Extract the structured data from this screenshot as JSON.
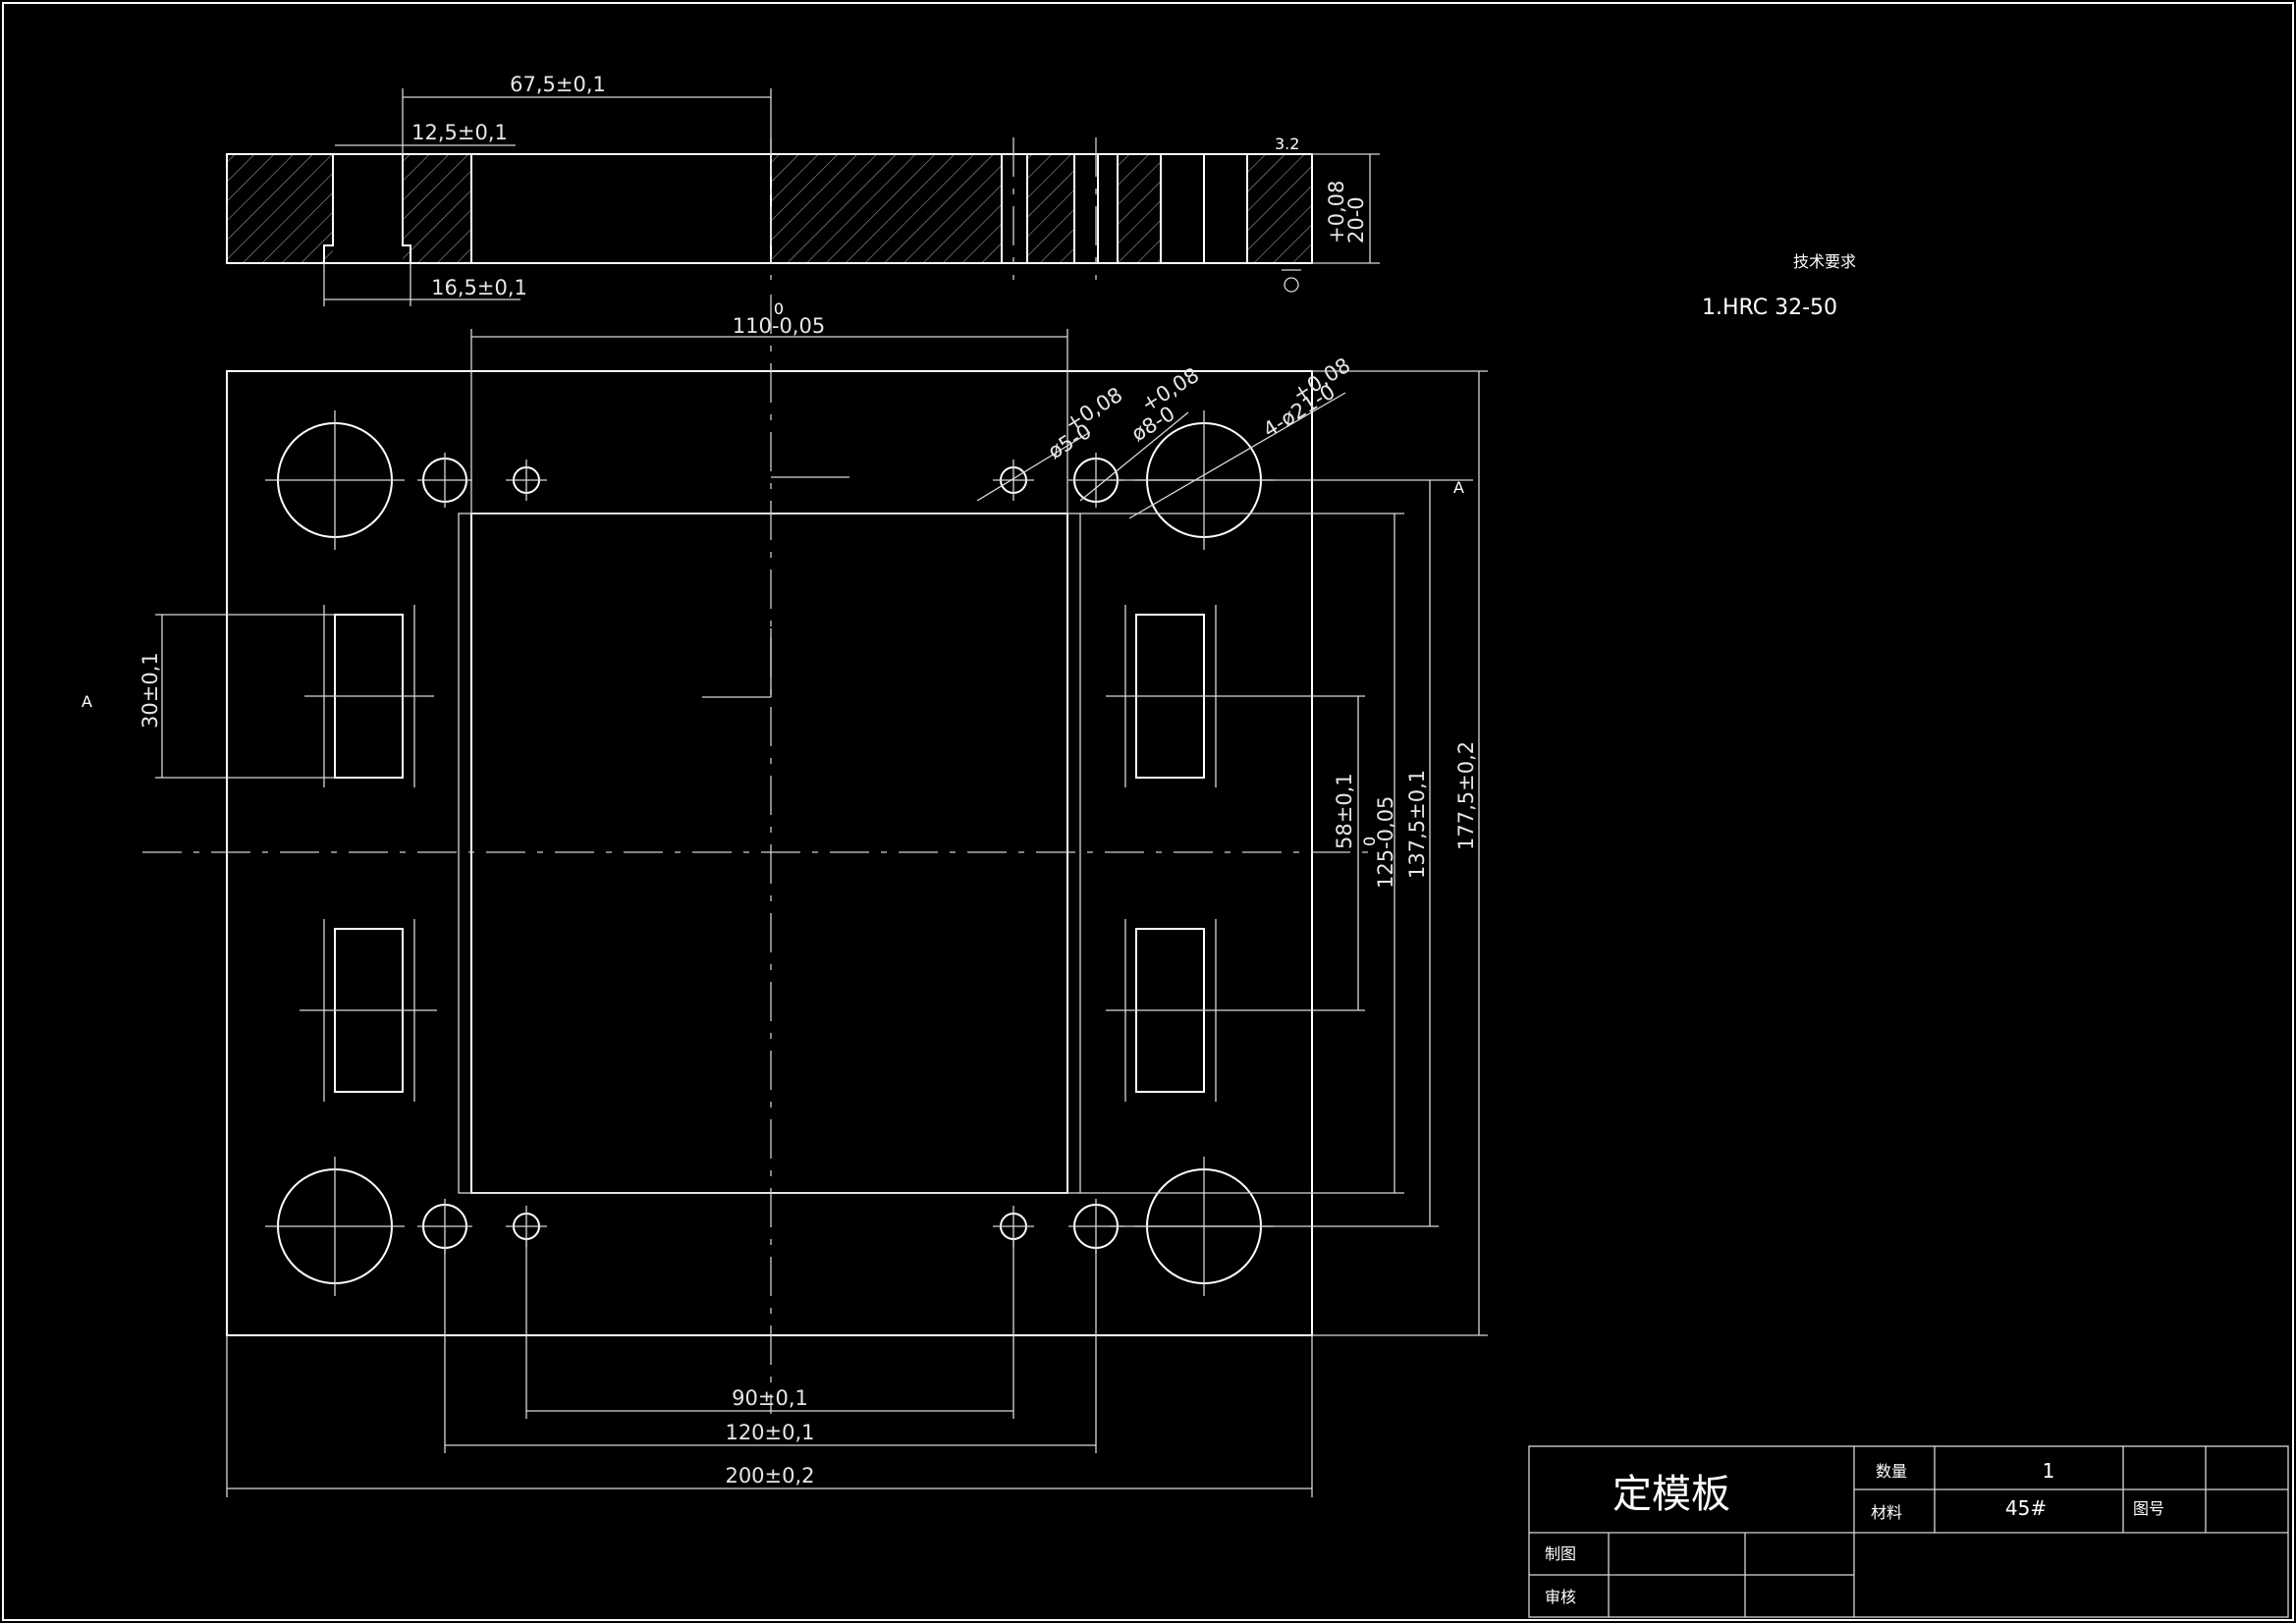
{
  "dimensions": {
    "d_67_5": "67,5±0,1",
    "d_12_5": "12,5±0,1",
    "d_16_5": "16,5±0,1",
    "d_20": "20-0",
    "d_20_tol": "+0,08",
    "d_110_zero": "0",
    "d_110": "110-0,05",
    "d_dia5": "ø5-0",
    "d_dia5_tol": "+0,08",
    "d_dia8": "ø8-0",
    "d_dia8_tol": "+0,08",
    "d_dia21": "4-ø21-0",
    "d_dia21_tol": "+0,08",
    "d_30": "30±0,1",
    "d_58": "58±0,1",
    "d_125_zero": "0",
    "d_125": "125-0,05",
    "d_137_5": "137,5±0,1",
    "d_177_5": "177,5±0,2",
    "d_90": "90±0,1",
    "d_120": "120±0,1",
    "d_200": "200±0,2"
  },
  "labels": {
    "section_a": "A",
    "roughness": "3.2",
    "datum": "A"
  },
  "notes": {
    "heading": "技术要求",
    "item1": "1.HRC 32-50"
  },
  "title_block": {
    "part_name": "定模板",
    "qty_label": "数量",
    "qty_value": "1",
    "material_label": "材料",
    "material_value": "45#",
    "drawing_no_label": "图号",
    "drafter_label": "制图",
    "checker_label": "审核"
  }
}
